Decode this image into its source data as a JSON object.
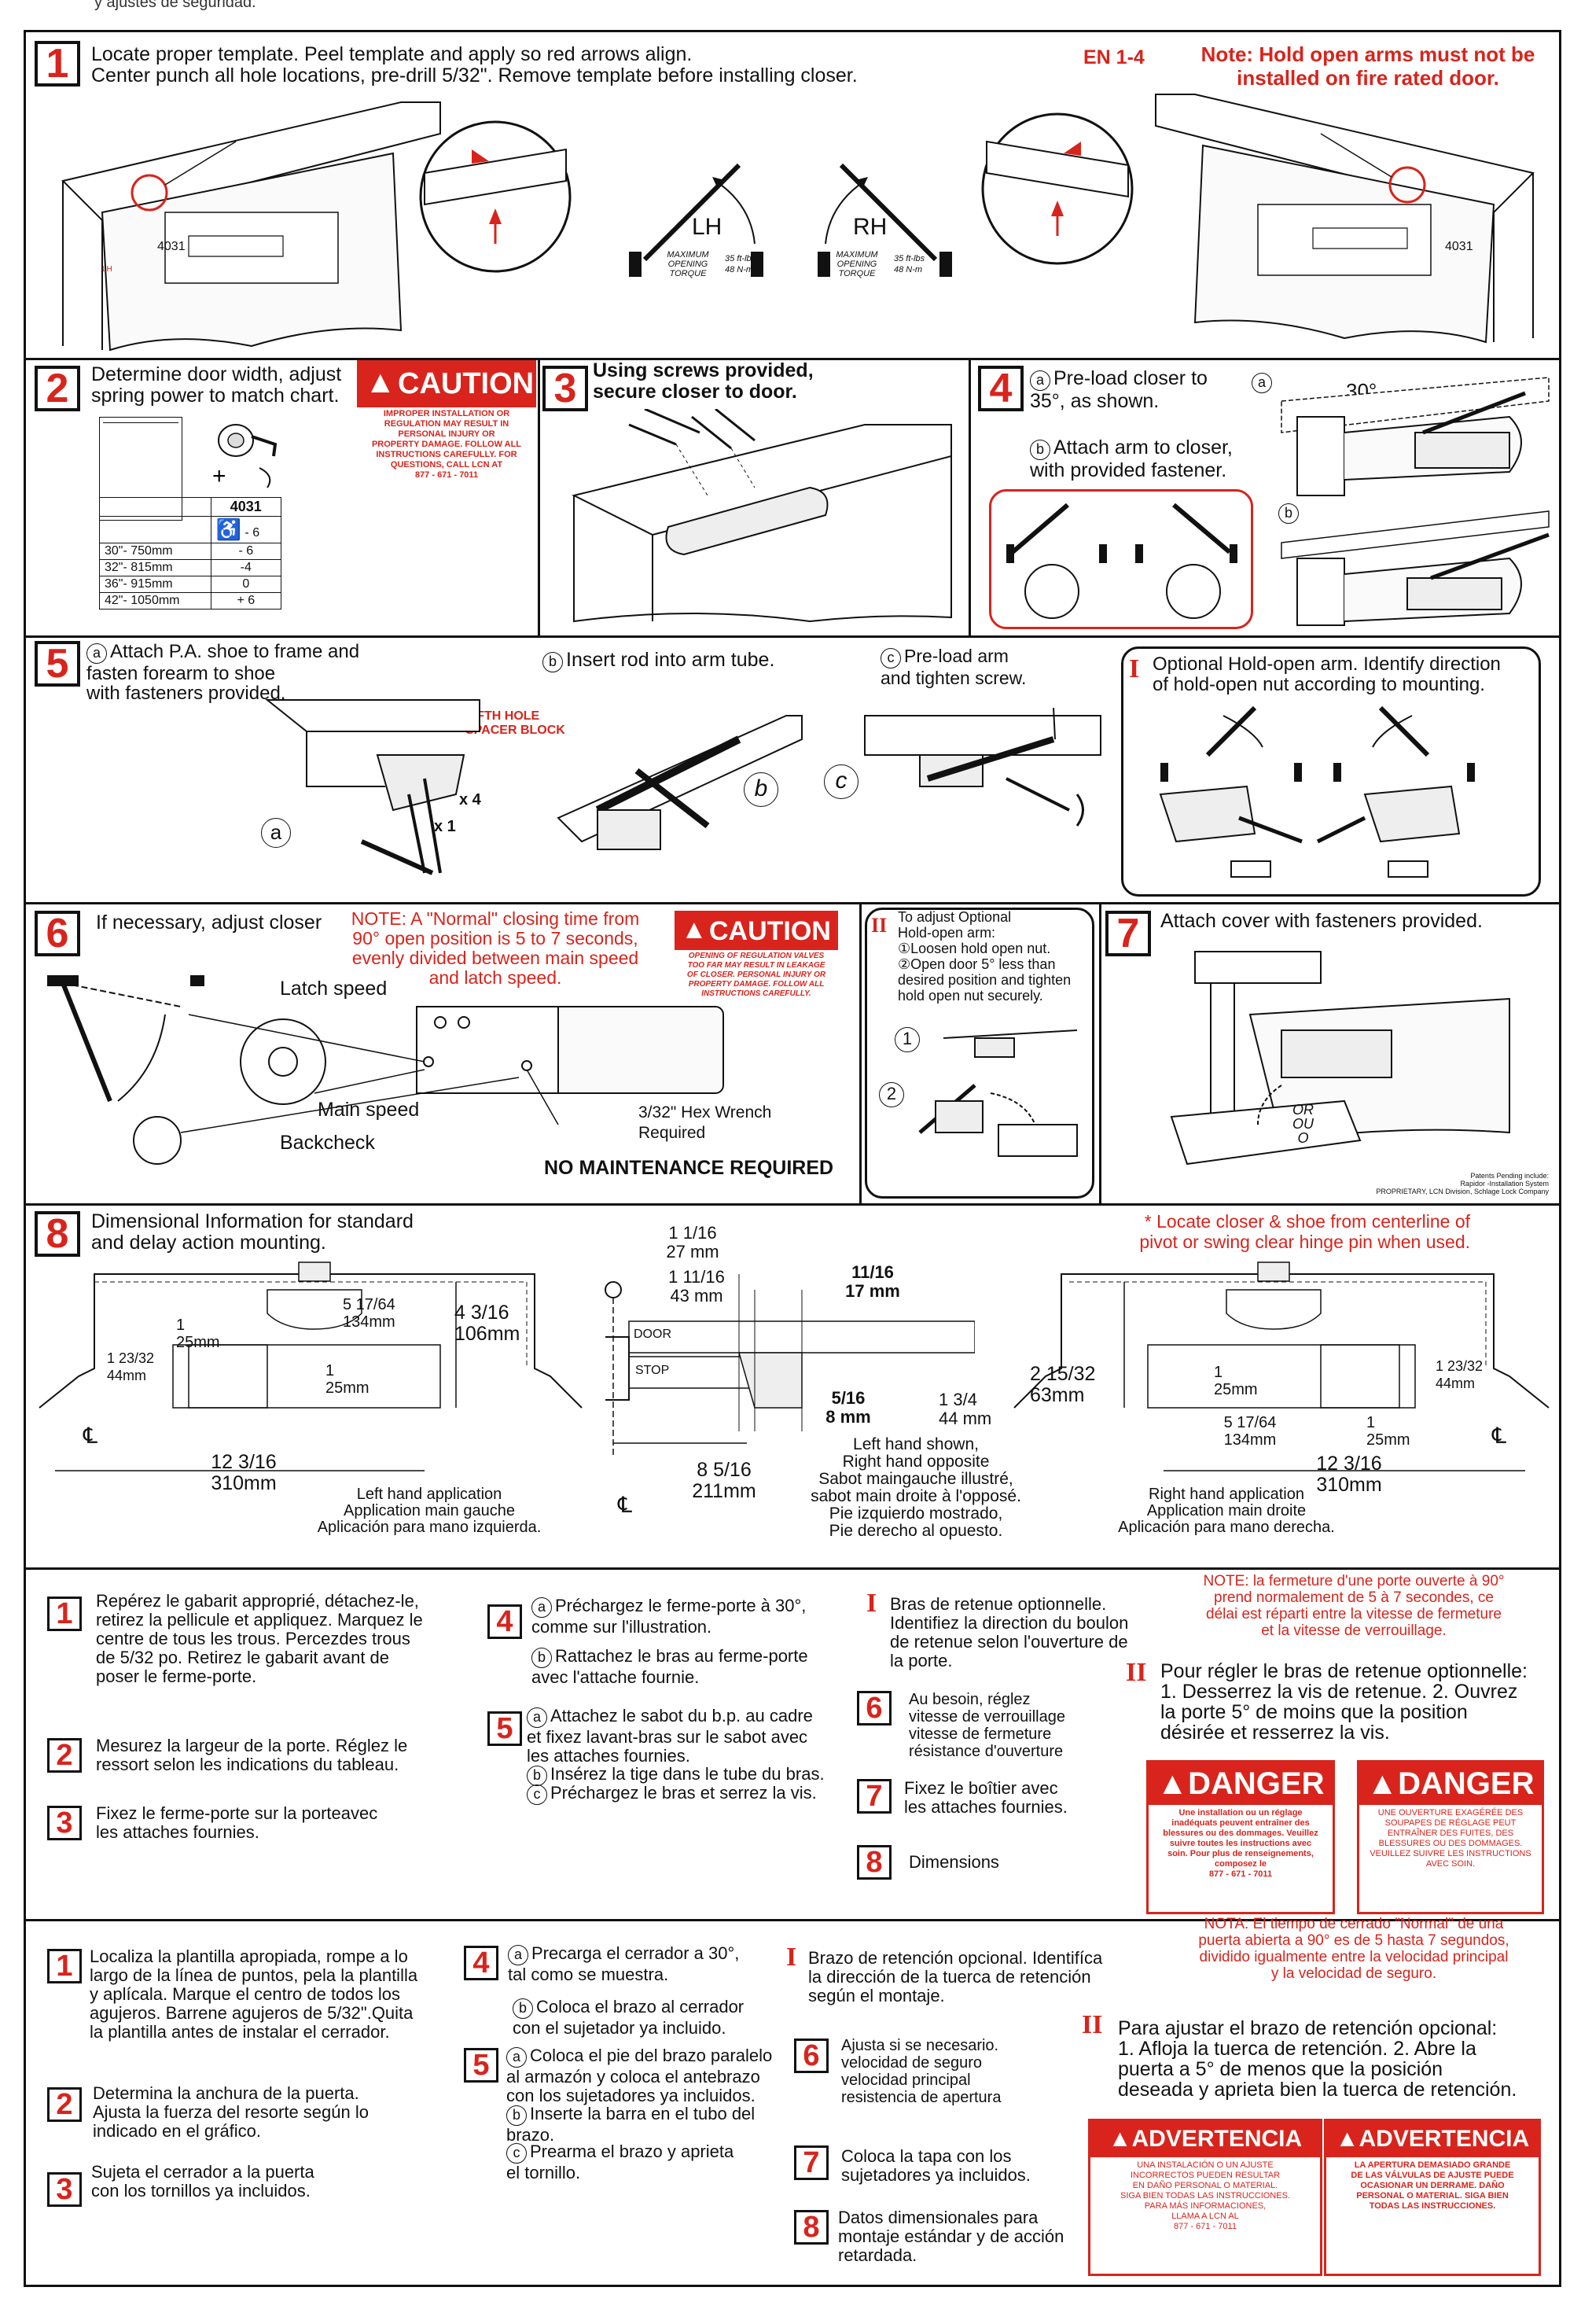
{
  "header_note": "y ajustes de seguridad.",
  "global": {
    "en_label": "EN 1-4",
    "note": "Note: Hold open arms must not be\ninstalled on fire rated door."
  },
  "step1": {
    "num": "1",
    "text": "Locate proper template. Peel template and apply so red arrows align.\nCenter punch all hole locations, pre-drill 5/32\". Remove template before installing closer.",
    "lh": "LH",
    "rh": "RH",
    "max_label": "MAXIMUM\nOPENING\nTORQUE",
    "torque": "35 ft-lbs\n48 N-m",
    "template_model_left": "4031",
    "template_model_right": "4031"
  },
  "step2": {
    "num": "2",
    "text": "Determine door width, adjust\nspring power to match chart.",
    "model": "4031",
    "ada_value": "- 6",
    "rows": [
      {
        "width": "30\"- 750mm",
        "adj": "- 6"
      },
      {
        "width": "32\"- 815mm",
        "adj": "-4"
      },
      {
        "width": "36\"- 915mm",
        "adj": "0"
      },
      {
        "width": "42\"- 1050mm",
        "adj": "+ 6"
      }
    ],
    "caution_title": "CAUTION",
    "caution_text": "IMPROPER INSTALLATION OR\nREGULATION MAY RESULT IN\nPERSONAL INJURY OR\nPROPERTY DAMAGE. FOLLOW ALL\nINSTRUCTIONS CAREFULLY. FOR\nQUESTIONS, CALL LCN AT\n877 - 671 - 7011"
  },
  "step3": {
    "num": "3",
    "text": "Using screws provided,\nsecure closer to door."
  },
  "step4": {
    "num": "4",
    "a_letter": "a",
    "a_text": "Pre-load closer to\n35°, as shown.",
    "b_letter": "b",
    "b_text": "Attach arm to closer,\nwith provided fastener.",
    "angle": "30°",
    "fig_a": "a",
    "fig_b": "b"
  },
  "step5": {
    "num": "5",
    "a_letter": "a",
    "a_text": "Attach P.A. shoe to frame and\nfasten forearm to shoe\nwith fasteners provided.",
    "b_letter": "b",
    "b_text": "Insert rod into arm tube.",
    "c_letter": "c",
    "c_text": "Pre-load arm\nand tighten screw.",
    "spacer": "FIFTH HOLE\nSPACER BLOCK",
    "x4": "x 4",
    "x1": "x 1",
    "fig_a": "a",
    "fig_b": "b",
    "fig_c": "c",
    "holdopen_mark": "I",
    "holdopen_text": "Optional Hold-open arm. Identify direction\nof  hold-open nut according to mounting."
  },
  "step6": {
    "num": "6",
    "text": "If necessary, adjust closer",
    "note": "NOTE: A \"Normal\" closing time from\n90° open position is  5 to 7 seconds,\nevenly divided between main speed\nand latch speed.",
    "latch": "Latch speed",
    "main": "Main speed",
    "backcheck": "Backcheck",
    "hex": "3/32\" Hex Wrench\nRequired",
    "no_maint": "NO MAINTENANCE REQUIRED",
    "caution_title": "CAUTION",
    "caution_text": "OPENING OF REGULATION VALVES\nTOO FAR MAY RESULT IN LEAKAGE\nOF CLOSER. PERSONAL INJURY OR\nPROPERTY DAMAGE. FOLLOW ALL\nINSTRUCTIONS CAREFULLY.",
    "ii_mark": "II",
    "ii_text": "To adjust Optional\nHold-open arm:\n①Loosen hold open nut.\n②Open door 5° less than\ndesired position and  tighten\nhold open nut securely.",
    "fig1": "1",
    "fig2": "2"
  },
  "step7": {
    "num": "7",
    "text": "Attach cover with fasteners provided.",
    "or": "OR\nOU\nO",
    "patent": "Patents Pending include:\nRapidor -Installation System\nPROPRIETARY, LCN Division, Schlage Lock Company"
  },
  "step8": {
    "num": "8",
    "text": "Dimensional Information for standard\nand delay action mounting.",
    "note": "* Locate closer & shoe from centerline of\npivot or swing clear hinge pin when used.",
    "d_5_17_64": "5 17/64\n134mm",
    "d_4_3_16": "4 3/16\n106mm",
    "d_1_25": "1\n25mm",
    "d_1_23_32": "1 23/32\n44mm",
    "d_1_25b": "1\n25mm",
    "d_12_3_16": "12 3/16\n310mm",
    "lh_text": "Left  hand application\nApplication main gauche\nAplicación para mano izquierda.",
    "c_1_1_16": "1 1/16\n27 mm",
    "c_1_11_16": "1 11/16\n43 mm",
    "c_11_16": "11/16\n17 mm",
    "c_5_16": "5/16\n8 mm",
    "c_1_3_4": "1 3/4\n44 mm",
    "c_8_5_16": "8 5/16\n211mm",
    "door": "DOOR",
    "stop": "STOP",
    "cl": "℄",
    "center_text": "Left hand shown,\nRight hand opposite\nSabot maingauche illustré,\nsabot main droite à l'opposé.\nPie izquierdo mostrado,\nPie derecho al opuesto.",
    "r_2_15_32": "2 15/32\n63mm",
    "r_1_25": "1\n25mm",
    "r_1_23_32": "1 23/32\n44mm",
    "r_5_17_64": "5 17/64\n134mm",
    "r_1_25b": "1\n25mm",
    "r_12_3_16": "12 3/16\n310mm",
    "rh_text": "Right hand application\nApplication main droite\nAplicación para mano derecha."
  },
  "french": {
    "s1": "Repérez le gabarit approprié, détachez-le,\nretirez la pellicule et appliquez.  Marquez le\ncentre de tous les trous. Percezdes trous\nde 5/32 po. Retirez le gabarit avant de\nposer le ferme-porte.",
    "s2": "Mesurez la largeur de la porte. Réglez le\nressort  selon les indications du tableau.",
    "s3": "Fixez le ferme-porte sur la porteavec\nles attaches fournies.",
    "s4a": "Préchargez le ferme-porte à 30°,\ncomme sur l'illustration.",
    "s4b": "Rattachez le bras au ferme-porte\navec l'attache fournie.",
    "s5a": "Attachez le sabot du b.p. au cadre\net fixez lavant-bras sur le sabot avec\nles attaches fournies.",
    "s5b": "Insérez la tige dans le tube du bras.",
    "s5c": "Préchargez le bras et serrez la vis.",
    "i_text": "Bras de retenue optionnelle.\nIdentifiez la direction du boulon\nde retenue selon l'ouverture de\nla porte.",
    "s6": "Au besoin, réglez\nvitesse de verrouillage\nvitesse de fermeture\nrésistance d'ouverture",
    "s7": "Fixez le boîtier avec\nles attaches fournies.",
    "s8": "Dimensions",
    "note": "NOTE: la fermeture d'une porte ouverte à 90°\nprend normalement de 5 à 7 secondes, ce\ndélai est réparti entre la vitesse de fermeture\net la vitesse de verrouillage.",
    "ii_text": "Pour régler le bras de retenue optionnelle:\n1. Desserrez la vis de retenue. 2. Ouvrez\nla porte 5° de moins que la position\ndésirée et resserrez la vis.",
    "danger_title": "DANGER",
    "danger1": "Une installation ou un réglage\ninadéquats peuvent entraîner des\nblessures ou des dommages. Veuillez\nsuivre toutes les instructions avec\nsoin. Pour plus de renseignements,\ncomposez le\n877 - 671 - 7011",
    "danger2": "UNE OUVERTURE EXAGÉRÉE DES\nSOUPAPES DE RÉGLAGE PEUT\nENTRAÎNER DES FUITES, DES\nBLESSURES OU DES DOMMAGES.\nVEUILLEZ SUIVRE LES INSTRUCTIONS\nAVEC SOIN."
  },
  "spanish": {
    "s1": "Localiza la plantilla apropiada, rompe a lo\nlargo de la línea de puntos, pela la plantilla\ny aplícala. Marque el centro de todos los\nagujeros. Barrene agujeros de 5/32\".Quita\nla plantilla antes de instalar el cerrador.",
    "s2": "Determina la anchura de la puerta.\nAjusta la fuerza del resorte según lo\nindicado en el gráfico.",
    "s3": "Sujeta el cerrador a la puerta\ncon los tornillos ya incluidos.",
    "s4a": "Precarga el cerrador a 30°,\ntal como se muestra.",
    "s4b": "Coloca el brazo al cerrador\ncon el sujetador ya incluido.",
    "s5a": "Coloca el pie del brazo paralelo\nal armazón y coloca el antebrazo\ncon los sujetadores ya incluidos.",
    "s5b": "Inserte la barra en el tubo del\nbrazo.",
    "s5c": "Prearma el brazo y aprieta\nel tornillo.",
    "i_text": "Brazo de retención opcional. Identifíca\nla dirección de la tuerca de retención\nsegún el montaje.",
    "s6": "Ajusta si se necesario.\nvelocidad de seguro\nvelocidad principal\nresistencia de apertura",
    "s7": "Coloca la tapa con los\nsujetadores ya incluidos.",
    "s8": "Datos dimensionales para\nmontaje estándar y de acción\nretardada.",
    "note": "NOTA: El tiempo de cerrado \"Normal\" de una\npuerta abierta a 90° es de 5 hasta 7 segundos,\ndividido igualmente entre la velocidad principal\ny la velocidad de seguro.",
    "ii_text": "Para ajustar el brazo de retención opcional:\n1. Afloja la tuerca de retención. 2. Abre la\npuerta a 5° de menos que la posición\ndeseada y aprieta bien la tuerca de retención.",
    "adv_title": "ADVERTENCIA",
    "adv1": "UNA INSTALACIÓN O UN AJUSTE\nINCORRECTOS PUEDEN RESULTAR\nEN DAÑO PERSONAL O MATERIAL.\nSIGA BIEN TODAS LAS INSTRUCCIONES.\nPARA MÁS INFORMACIONES,\nLLAMA A LCN AL\n877 - 671 - 7011",
    "adv2": "LA APERTURA DEMASIADO GRANDE\nDE LAS VÁLVULAS DE AJUSTE PUEDE\nOCASIONAR UN DERRAME. DAÑO\nPERSONAL O MATERIAL. SIGA BIEN\nTODAS LAS INSTRUCCIONES."
  },
  "colors": {
    "accent": "#d8241c",
    "ink": "#111111"
  },
  "icons": [
    "warning-triangle-icon",
    "wheelchair-icon",
    "wrench-icon",
    "turtle-icon",
    "rabbit-icon"
  ]
}
